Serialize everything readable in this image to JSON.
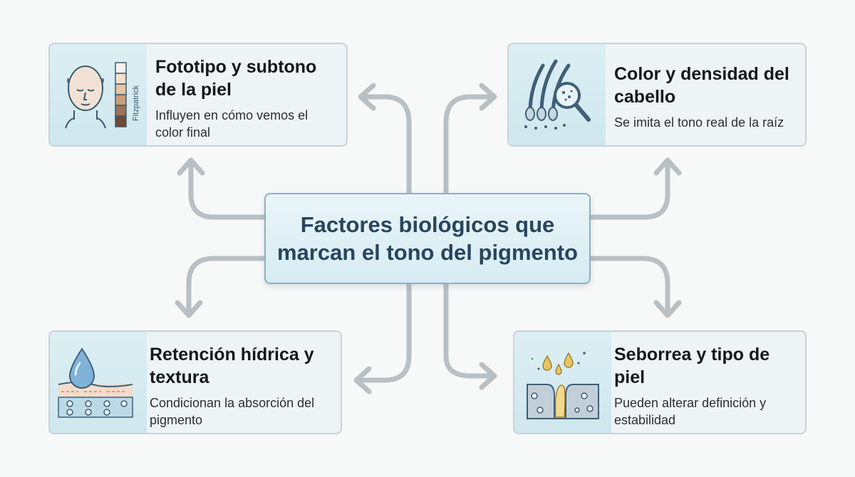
{
  "center": {
    "title": "Factores biológicos que marcan el tono del pigmento"
  },
  "cards": {
    "top_left": {
      "title": "Fototipo y subtono de la piel",
      "description": "Influyen en cómo vemos el color final",
      "icon": "face-with-skin-tone-scale-icon",
      "scale_label": "Fitzpatrick"
    },
    "top_right": {
      "title": "Color y densidad del cabello",
      "description": "Se imita el tono real de la raíz",
      "icon": "hair-follicle-magnifier-icon"
    },
    "bottom_left": {
      "title": "Retención hídrica y textura",
      "description": "Condicionan la absorción del pigmento",
      "icon": "water-drop-skin-layers-icon"
    },
    "bottom_right": {
      "title": "Seborrea y tipo de piel",
      "description": "Pueden alterar definición y estabilidad",
      "icon": "sebum-pore-icon"
    }
  },
  "colors": {
    "arrow": "#b9c0c4",
    "center_text": "#27455d",
    "card_border": "#c9d3d8",
    "icon_panel": "#d6ecf2"
  }
}
